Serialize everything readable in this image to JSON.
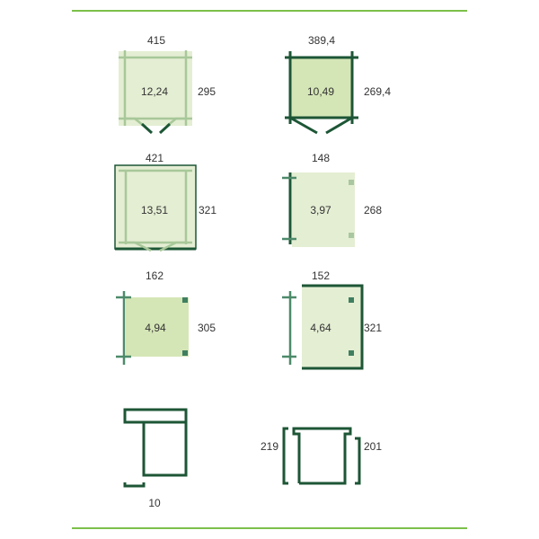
{
  "colors": {
    "rule": "#7cc04a",
    "wall": "#1d5636",
    "floor": "#e4eed3",
    "floor_dark": "#d5e6b6"
  },
  "plans": [
    {
      "width": "415",
      "area": "12,24",
      "depth": "295"
    },
    {
      "width": "389,4",
      "area": "10,49",
      "depth": "269,4"
    },
    {
      "width": "421",
      "area": "13,51",
      "depth": "321"
    },
    {
      "width": "148",
      "area": "3,97",
      "depth": "268"
    },
    {
      "width": "162",
      "area": "4,94",
      "depth": "305"
    },
    {
      "width": "152",
      "area": "4,64",
      "depth": "321"
    }
  ],
  "profiles": {
    "left": {
      "label": "10"
    },
    "right": {
      "left_label": "219",
      "right_label": "201"
    }
  }
}
